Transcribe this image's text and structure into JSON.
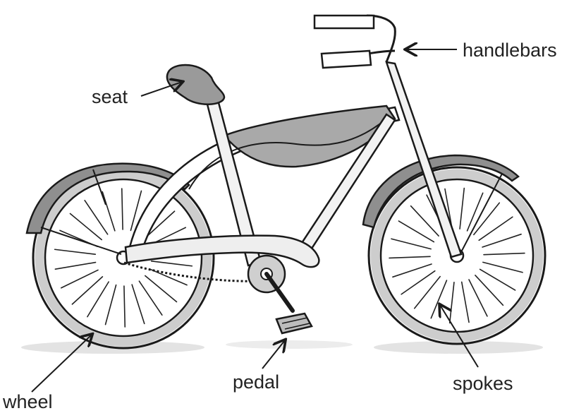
{
  "diagram": {
    "subject": "bicycle",
    "colors": {
      "ink": "#1a1a1a",
      "wash": "#9a9a9a",
      "tire": "#cfcfcf",
      "shadow": "#d8d8d8"
    },
    "labels": {
      "handlebars": "handlebars",
      "seat": "seat",
      "pedal": "pedal",
      "wheel": "wheel",
      "spokes": "spokes"
    }
  }
}
